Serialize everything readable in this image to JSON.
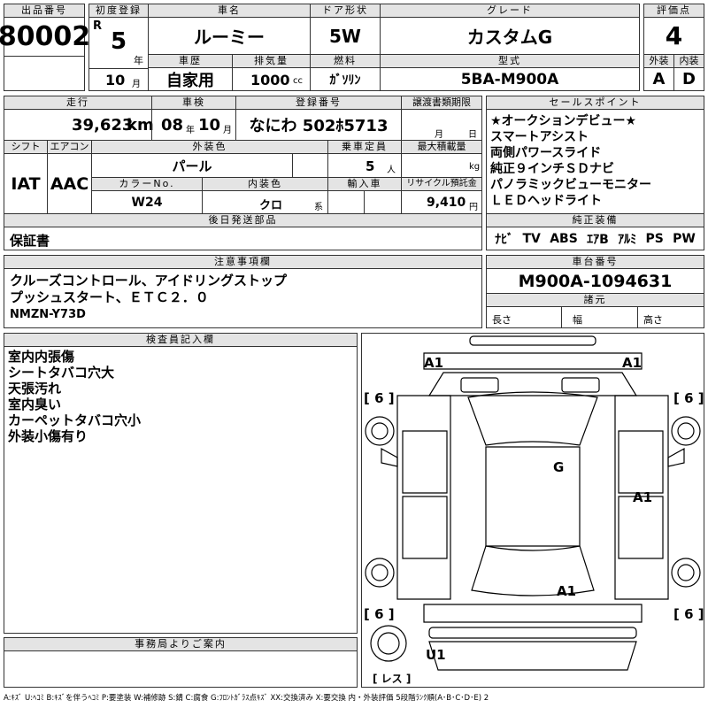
{
  "header": {
    "lot_label": "出品番号",
    "lot_value": "80002",
    "first_reg_label": "初度登録",
    "era": "R",
    "year_value": "5",
    "year_unit": "年",
    "month_value": "10",
    "month_unit": "月",
    "car_name_label": "車名",
    "car_name": "ルーミー",
    "doors_label": "ドア形状",
    "doors": "5W",
    "grade_label": "グレード",
    "grade": "カスタムG",
    "score_label": "評価点",
    "score": "4",
    "history_label": "車歴",
    "history": "自家用",
    "displacement_label": "排気量",
    "displacement": "1000",
    "displacement_unit": "cc",
    "fuel_label": "燃料",
    "fuel": "ｶﾞｿﾘﾝ",
    "model_label": "型式",
    "model": "5BA-M900A",
    "ext_label": "外装",
    "ext_grade": "A",
    "int_label": "内装",
    "int_grade": "D"
  },
  "mid": {
    "mileage_label": "走行",
    "mileage": "39,623",
    "mileage_unit": "km",
    "inspection_label": "車検",
    "insp_year": "08",
    "insp_year_unit": "年",
    "insp_month": "10",
    "insp_month_unit": "月",
    "plate_label": "登録番号",
    "plate": "なにわ 502ﾎ5713",
    "transfer_label": "譲渡書類期限",
    "transfer_month_unit": "月",
    "transfer_day_unit": "日",
    "shift_label": "シフト",
    "shift": "IAT",
    "ac_label": "エアコン",
    "ac": "AAC",
    "exterior_color_label": "外装色",
    "exterior_color": "パール",
    "capacity_label": "乗車定員",
    "capacity": "5",
    "capacity_unit": "人",
    "max_load_label": "最大積載量",
    "max_load_unit": "kg",
    "color_no_label": "カラーNo.",
    "color_no": "W24",
    "interior_color_label": "内装色",
    "interior_color": "クロ",
    "interior_color_unit": "系",
    "import_label": "輸入車",
    "recycle_label": "リサイクル預託金",
    "recycle": "9,410",
    "recycle_unit": "円",
    "later_parts_label": "後日発送部品",
    "later_parts": "保証書"
  },
  "sales_points": {
    "label": "セールスポイント",
    "items": [
      "★オークションデビュー★",
      "スマートアシスト",
      "両側パワースライド",
      "純正９インチＳＤナビ",
      "パノラミックビューモニター",
      "ＬＥＤヘッドライト"
    ]
  },
  "equipment": {
    "label": "純正装備",
    "items": [
      "ﾅﾋﾞ",
      "TV",
      "ABS",
      "ｴｱB",
      "ｱﾙﾐ",
      "PS",
      "PW"
    ]
  },
  "notes": {
    "label": "注意事項欄",
    "line1": "クルーズコントロール、アイドリングストップ",
    "line2": "プッシュスタート、ＥＴＣ２．０",
    "line3": "NMZN-Y73D"
  },
  "chassis": {
    "label": "車台番号",
    "value": "M900A-1094631"
  },
  "dims": {
    "label": "諸元",
    "length": "長さ",
    "width": "幅",
    "height": "高さ"
  },
  "inspector": {
    "label": "検査員記入欄",
    "lines": [
      "室内内張傷",
      "シートタバコ穴大",
      "天張汚れ",
      "室内臭い",
      "カーペットタバコ穴小",
      "外装小傷有り"
    ]
  },
  "office": {
    "label": "事務局よりご案内"
  },
  "diagram": {
    "marks": {
      "a1_left": "A1",
      "a1_right": "A1",
      "six_tl": "[ 6 ]",
      "six_tr": "[ 6 ]",
      "six_bl": "[ 6 ]",
      "six_br": "[ 6 ]",
      "g_center": "G",
      "a1_side": "A1",
      "a1_rear": "A1",
      "u1": "U1",
      "less": "[ レス ]"
    }
  },
  "legend": "A:ｷｽﾞ U:ﾍｺﾐ B:ｷｽﾞを伴うﾍｺﾐ P:要塗装 W:補修跡 S:錆 C:腐食 G:ﾌﾛﾝﾄｶﾞﾗｽ点ｷｽﾞ XX:交換済み X:要交換 内・外装評価 5段階ﾗﾝｸ順(A･B･C･D･E) 2"
}
